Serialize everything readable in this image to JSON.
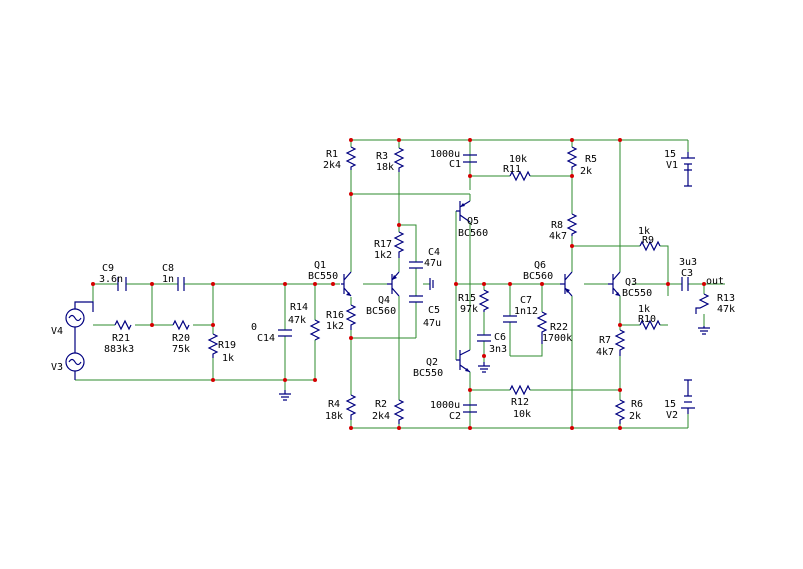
{
  "colors": {
    "wire": "#2e8b2e",
    "component": "#000080",
    "node": "#d40000",
    "text": "#000000"
  },
  "components": {
    "R1": {
      "ref": "R1",
      "value": "2k4"
    },
    "R2": {
      "ref": "R2",
      "value": "2k4"
    },
    "R3": {
      "ref": "R3",
      "value": "18k"
    },
    "R4": {
      "ref": "R4",
      "value": "18k"
    },
    "R5": {
      "ref": "R5",
      "value": "2k"
    },
    "R6": {
      "ref": "R6",
      "value": "2k"
    },
    "R7": {
      "ref": "R7",
      "value": "4k7"
    },
    "R8": {
      "ref": "R8",
      "value": "4k7"
    },
    "R9": {
      "ref": "R9",
      "value": "1k"
    },
    "R10": {
      "ref": "R10",
      "value": "1k"
    },
    "R11": {
      "ref": "R11",
      "value": "10k"
    },
    "R12": {
      "ref": "R12",
      "value": "10k"
    },
    "R13": {
      "ref": "R13",
      "value": "47k"
    },
    "R14": {
      "ref": "R14",
      "value": "47k"
    },
    "R15": {
      "ref": "R15",
      "value": "97k"
    },
    "R16": {
      "ref": "R16",
      "value": "1k2"
    },
    "R17": {
      "ref": "R17",
      "value": "1k2"
    },
    "R19": {
      "ref": "R19",
      "value": "1k"
    },
    "R20": {
      "ref": "R20",
      "value": "75k"
    },
    "R21": {
      "ref": "R21",
      "value": "883k3"
    },
    "R22": {
      "ref": "R22",
      "value": "1700k"
    },
    "C1": {
      "ref": "C1",
      "value": "1000u"
    },
    "C2": {
      "ref": "C2",
      "value": "1000u"
    },
    "C3": {
      "ref": "C3",
      "value": "3u3"
    },
    "C4": {
      "ref": "C4",
      "value": "47u"
    },
    "C5": {
      "ref": "C5",
      "value": "47u"
    },
    "C6": {
      "ref": "C6",
      "value": "3n3"
    },
    "C7": {
      "ref": "C7",
      "value": "1n12"
    },
    "C8": {
      "ref": "C8",
      "value": "1n"
    },
    "C9": {
      "ref": "C9",
      "value": "3.6n"
    },
    "C14": {
      "ref": "C14",
      "value": "0"
    },
    "Q1": {
      "ref": "Q1",
      "value": "BC550"
    },
    "Q2": {
      "ref": "Q2",
      "value": "BC550"
    },
    "Q3": {
      "ref": "Q3",
      "value": "BC550"
    },
    "Q4": {
      "ref": "Q4",
      "value": "BC560"
    },
    "Q5": {
      "ref": "Q5",
      "value": "BC560"
    },
    "Q6": {
      "ref": "Q6",
      "value": "BC560"
    },
    "V1": {
      "ref": "V1",
      "value": "15"
    },
    "V2": {
      "ref": "V2",
      "value": "15"
    },
    "V3": {
      "ref": "V3"
    },
    "V4": {
      "ref": "V4"
    }
  },
  "nets": {
    "out": "out"
  }
}
